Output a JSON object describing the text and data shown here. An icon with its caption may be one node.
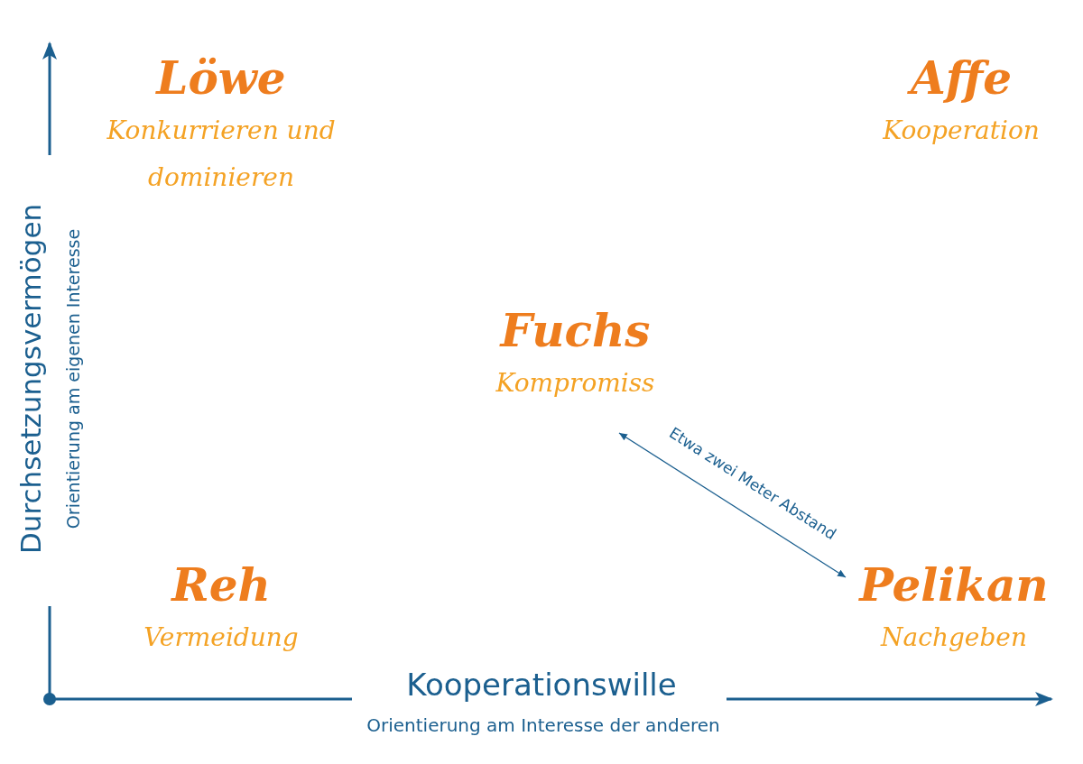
{
  "diagram": {
    "nodes": [
      {
        "text": [
          "Löwe",
          "Konkurrieren und dominieren"
        ]
      },
      {
        "text": [
          "Affe",
          "Kooperation"
        ]
      },
      {
        "text": [
          "Fuchs",
          "Kompromiss"
        ]
      },
      {
        "text": [
          "Reh",
          "Vermeidung"
        ]
      },
      {
        "text": [
          "Pelikan",
          "Nachgeben"
        ]
      }
    ],
    "edges": [
      {
        "from": 2,
        "to": 4,
        "arrow": "both",
        "label": "Etwa zwei Meter Abstand"
      }
    ],
    "labels": [
      "Durchsetzungsvermögen",
      "Orientierung am eigenen Interesse",
      "Kooperationswille",
      "Orientierung am Interesse der anderen"
    ]
  }
}
